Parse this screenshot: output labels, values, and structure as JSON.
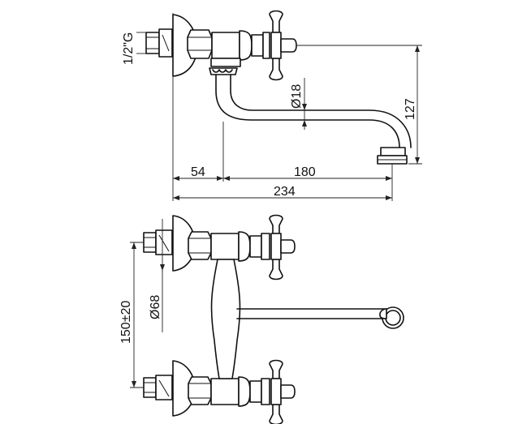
{
  "dimensions": {
    "thread": "1/2\"G",
    "spout_diameter": "Ø18",
    "spout_height": "127",
    "wall_offset": "54",
    "spout_reach": "180",
    "overall_length": "234",
    "flange_diameter": "Ø68",
    "center_distance": "150±20"
  }
}
